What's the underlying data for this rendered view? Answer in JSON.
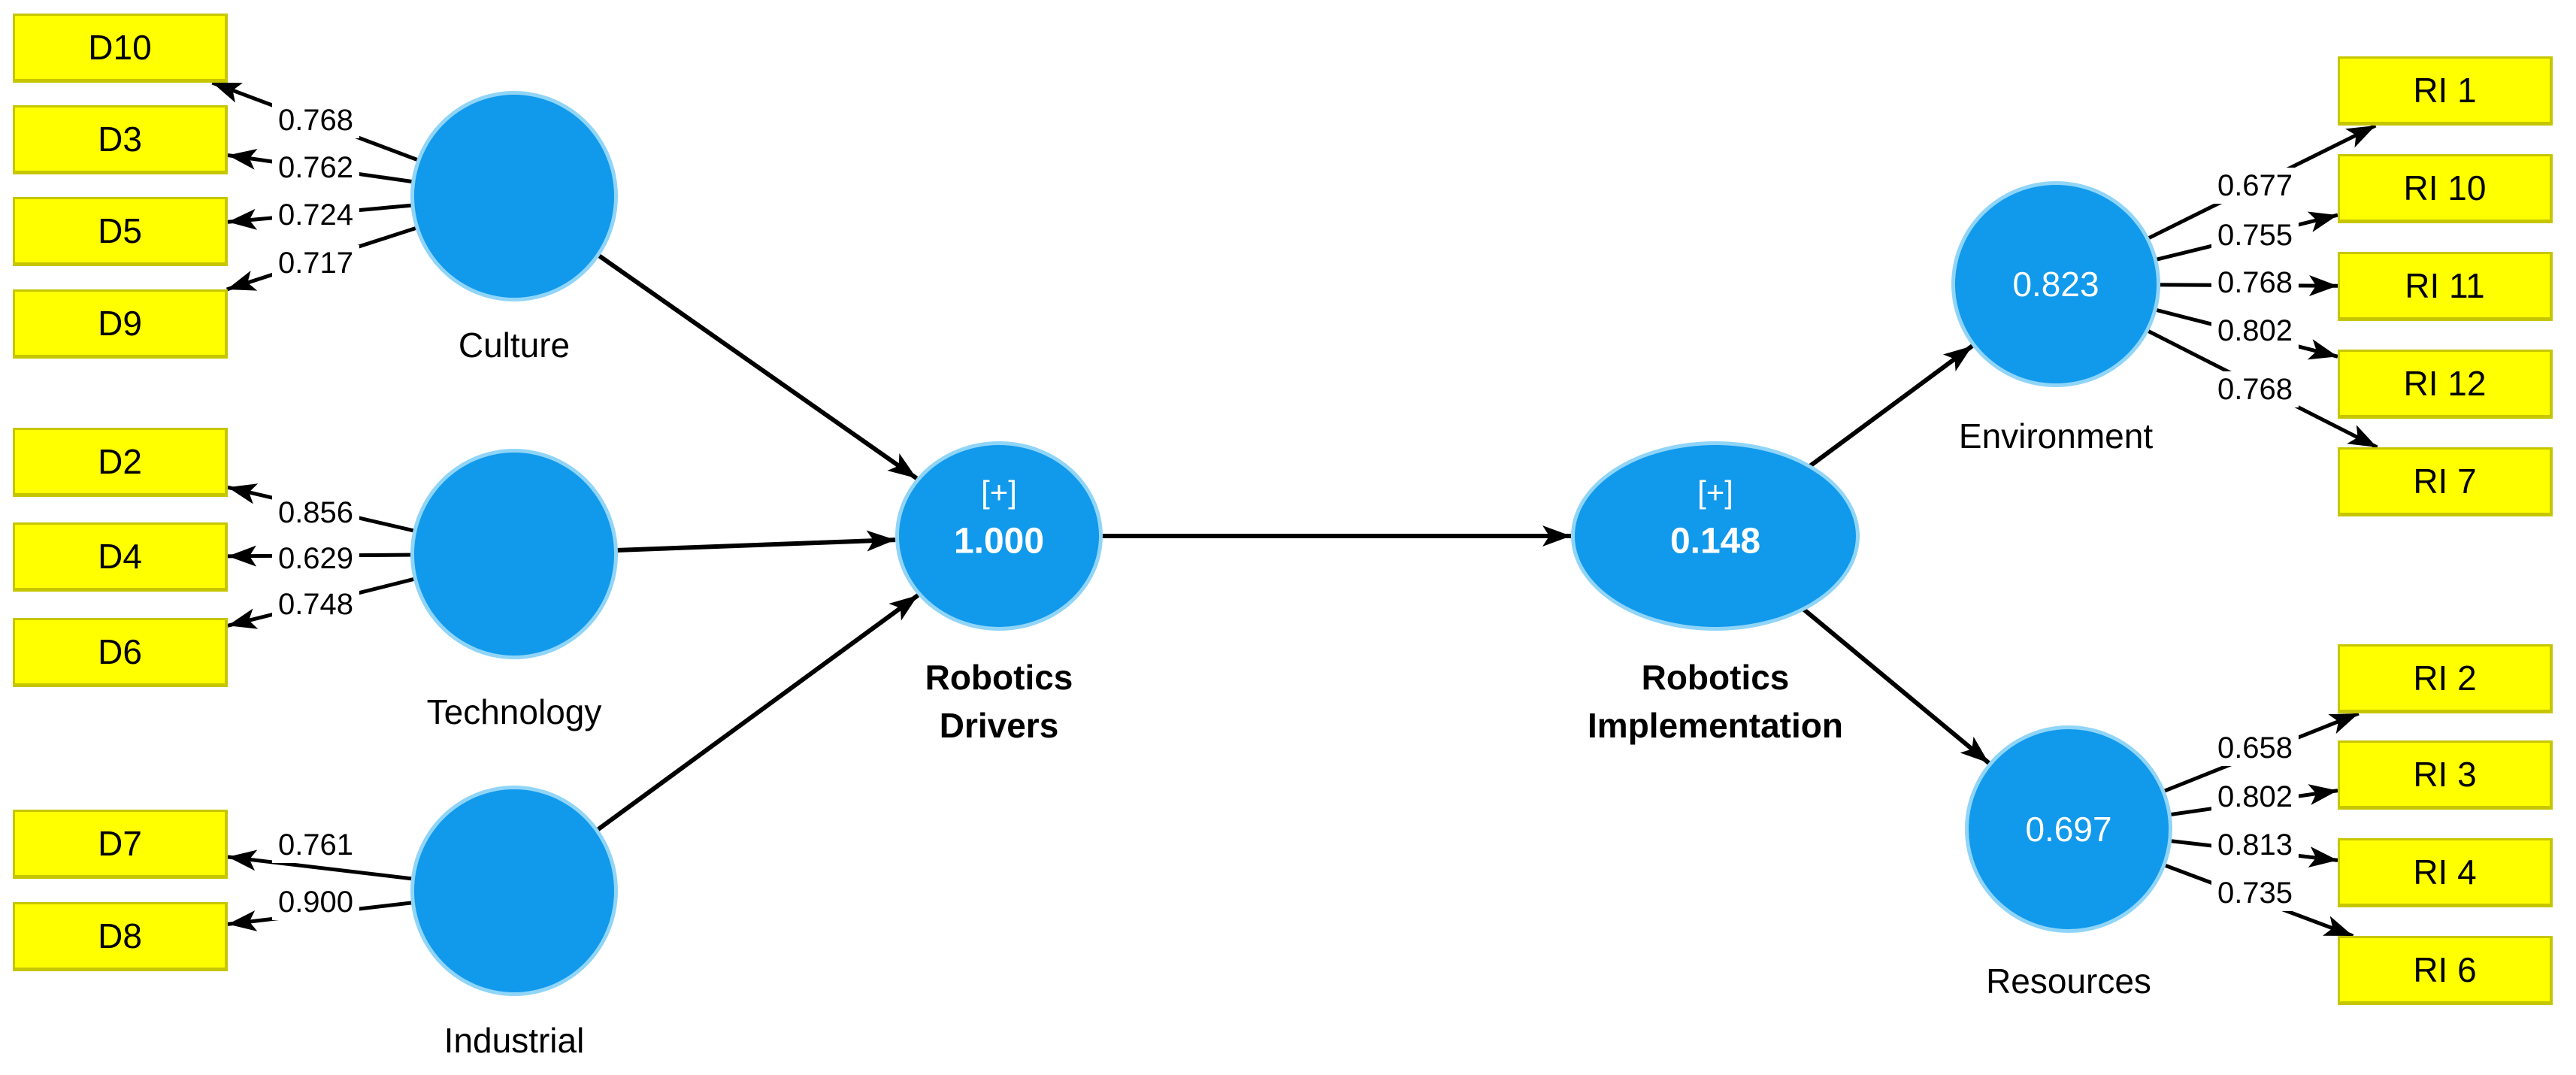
{
  "diagram": {
    "tool": "pls-sem-path-model",
    "colors": {
      "construct_fill": "#1199EC",
      "construct_border": "#90D5F8",
      "construct_text": "#FFFFFF",
      "indicator_fill": "#FFFF00",
      "indicator_border": "#C6C600",
      "line": "#000000",
      "text": "#000000"
    },
    "constructs": [
      {
        "id": "culture",
        "label": "Culture",
        "label_lines": [
          "Culture"
        ],
        "bold": false
      },
      {
        "id": "technology",
        "label": "Technology",
        "label_lines": [
          "Technology"
        ],
        "bold": false
      },
      {
        "id": "industrial",
        "label": "Industrial",
        "label_lines": [
          "Industrial"
        ],
        "bold": false
      },
      {
        "id": "robotics_drivers",
        "label": "Robotics Drivers",
        "label_lines": [
          "Robotics",
          "Drivers"
        ],
        "bold": true,
        "badge": "[+]",
        "value": "1.000"
      },
      {
        "id": "robotics_implementation",
        "label": "Robotics Implementation",
        "label_lines": [
          "Robotics",
          "Implementation"
        ],
        "bold": true,
        "badge": "[+]",
        "value": "0.148"
      },
      {
        "id": "environment",
        "label": "Environment",
        "label_lines": [
          "Environment"
        ],
        "bold": false,
        "value": "0.823"
      },
      {
        "id": "resources",
        "label": "Resources",
        "label_lines": [
          "Resources"
        ],
        "bold": false,
        "value": "0.697"
      }
    ],
    "indicators": [
      {
        "id": "D10",
        "label": "D10",
        "construct": "culture",
        "loading": "0.768"
      },
      {
        "id": "D3",
        "label": "D3",
        "construct": "culture",
        "loading": "0.762"
      },
      {
        "id": "D5",
        "label": "D5",
        "construct": "culture",
        "loading": "0.724"
      },
      {
        "id": "D9",
        "label": "D9",
        "construct": "culture",
        "loading": "0.717"
      },
      {
        "id": "D2",
        "label": "D2",
        "construct": "technology",
        "loading": "0.856"
      },
      {
        "id": "D4",
        "label": "D4",
        "construct": "technology",
        "loading": "0.629"
      },
      {
        "id": "D6",
        "label": "D6",
        "construct": "technology",
        "loading": "0.748"
      },
      {
        "id": "D7",
        "label": "D7",
        "construct": "industrial",
        "loading": "0.761"
      },
      {
        "id": "D8",
        "label": "D8",
        "construct": "industrial",
        "loading": "0.900"
      },
      {
        "id": "RI1",
        "label": "RI 1",
        "construct": "environment",
        "loading": "0.677"
      },
      {
        "id": "RI10",
        "label": "RI 10",
        "construct": "environment",
        "loading": "0.755"
      },
      {
        "id": "RI11",
        "label": "RI 11",
        "construct": "environment",
        "loading": "0.768"
      },
      {
        "id": "RI12",
        "label": "RI 12",
        "construct": "environment",
        "loading": "0.802"
      },
      {
        "id": "RI7",
        "label": "RI 7",
        "construct": "environment",
        "loading": "0.768"
      },
      {
        "id": "RI2",
        "label": "RI 2",
        "construct": "resources",
        "loading": "0.658"
      },
      {
        "id": "RI3",
        "label": "RI 3",
        "construct": "resources",
        "loading": "0.802"
      },
      {
        "id": "RI4",
        "label": "RI 4",
        "construct": "resources",
        "loading": "0.813"
      },
      {
        "id": "RI6",
        "label": "RI 6",
        "construct": "resources",
        "loading": "0.735"
      }
    ],
    "paths": [
      {
        "from": "culture",
        "to": "robotics_drivers"
      },
      {
        "from": "technology",
        "to": "robotics_drivers"
      },
      {
        "from": "industrial",
        "to": "robotics_drivers"
      },
      {
        "from": "robotics_drivers",
        "to": "robotics_implementation"
      },
      {
        "from": "robotics_implementation",
        "to": "environment"
      },
      {
        "from": "robotics_implementation",
        "to": "resources"
      }
    ]
  }
}
